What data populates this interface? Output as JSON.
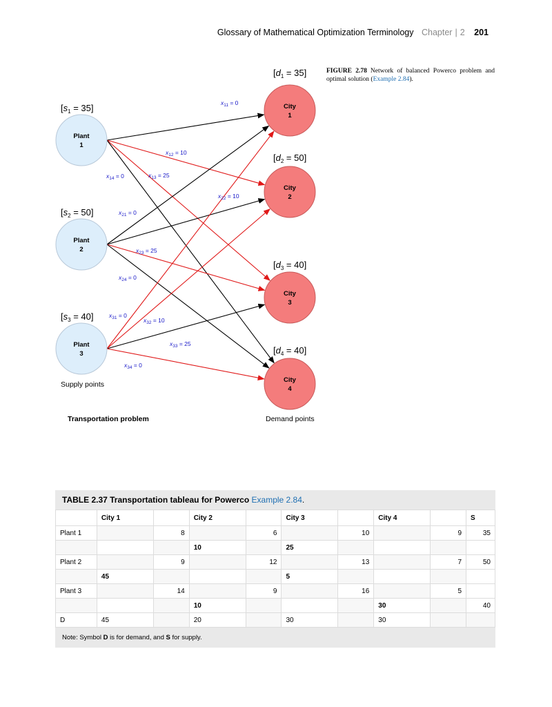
{
  "header": {
    "book_title": "Glossary of Mathematical Optimization Terminology",
    "chapter_label": "Chapter",
    "separator": "|",
    "chapter_number": "2",
    "page_number": "201"
  },
  "figure": {
    "caption_label": "FIGURE 2.78",
    "caption_text": "Network of balanced Powerco problem and optimal solution (",
    "caption_link": "Example 2.84",
    "caption_end": ").",
    "supply_label": "Supply points",
    "demand_label": "Demand points",
    "problem_label": "Transportation problem",
    "plants": [
      {
        "name": "Plant",
        "num": "1",
        "supply": "s",
        "sub": "1",
        "value": "= 35]"
      },
      {
        "name": "Plant",
        "num": "2",
        "supply": "s",
        "sub": "2",
        "value": "= 50]"
      },
      {
        "name": "Plant",
        "num": "3",
        "supply": "s",
        "sub": "3",
        "value": "= 40]"
      }
    ],
    "cities": [
      {
        "name": "City",
        "num": "1",
        "demand": "d",
        "sub": "1",
        "value": "= 35]"
      },
      {
        "name": "City",
        "num": "2",
        "demand": "d",
        "sub": "2",
        "value": "= 50]"
      },
      {
        "name": "City",
        "num": "3",
        "demand": "d",
        "sub": "3",
        "value": "= 40]"
      },
      {
        "name": "City",
        "num": "4",
        "demand": "d",
        "sub": "4",
        "value": "= 40]"
      }
    ],
    "flows": [
      {
        "var": "x",
        "sub": "11",
        "value": "= 0",
        "active": false
      },
      {
        "var": "x",
        "sub": "12",
        "value": "= 10",
        "active": true
      },
      {
        "var": "x",
        "sub": "13",
        "value": "= 25",
        "active": true
      },
      {
        "var": "x",
        "sub": "14",
        "value": "= 0",
        "active": false
      },
      {
        "var": "x",
        "sub": "21",
        "value": "= 0",
        "active": false
      },
      {
        "var": "x",
        "sub": "22",
        "value": "= 10",
        "active": false
      },
      {
        "var": "x",
        "sub": "23",
        "value": "= 25",
        "active": true
      },
      {
        "var": "x",
        "sub": "24",
        "value": "= 0",
        "active": false
      },
      {
        "var": "x",
        "sub": "31",
        "value": "= 0",
        "active": true
      },
      {
        "var": "x",
        "sub": "32",
        "value": "= 10",
        "active": true
      },
      {
        "var": "x",
        "sub": "33",
        "value": "= 25",
        "active": false
      },
      {
        "var": "x",
        "sub": "34",
        "value": "= 0",
        "active": true
      }
    ],
    "colors": {
      "plant_fill": "#ddeefb",
      "city_fill": "#f47c7c",
      "red_arrow": "#e01818",
      "black_arrow": "#000000",
      "label_blue": "#1818c8"
    }
  },
  "table": {
    "title_label": "TABLE 2.37",
    "title_text": "Transportation tableau for Powerco",
    "title_link": "Example 2.84",
    "title_end": ".",
    "headers": [
      "",
      "City 1",
      "",
      "City 2",
      "",
      "City 3",
      "",
      "City 4",
      "",
      "S"
    ],
    "rows": [
      {
        "label": "Plant 1",
        "costs": [
          "8",
          "6",
          "10",
          "9"
        ],
        "supply": "35",
        "flows": [
          "",
          "10",
          "25",
          ""
        ],
        "flow_supply": ""
      },
      {
        "label": "Plant 2",
        "costs": [
          "9",
          "12",
          "13",
          "7"
        ],
        "supply": "50",
        "flows": [
          "45",
          "",
          "5",
          ""
        ],
        "flow_supply": ""
      },
      {
        "label": "Plant 3",
        "costs": [
          "14",
          "9",
          "16",
          "5"
        ],
        "supply": "",
        "flows": [
          "",
          "10",
          "",
          "30"
        ],
        "flow_supply": "40"
      }
    ],
    "demand_label": "D",
    "demands": [
      "45",
      "20",
      "30",
      "30"
    ],
    "note_prefix": "Note: Symbol ",
    "note_D": "D",
    "note_mid": " is for demand, and ",
    "note_S": "S",
    "note_end": " for supply."
  }
}
